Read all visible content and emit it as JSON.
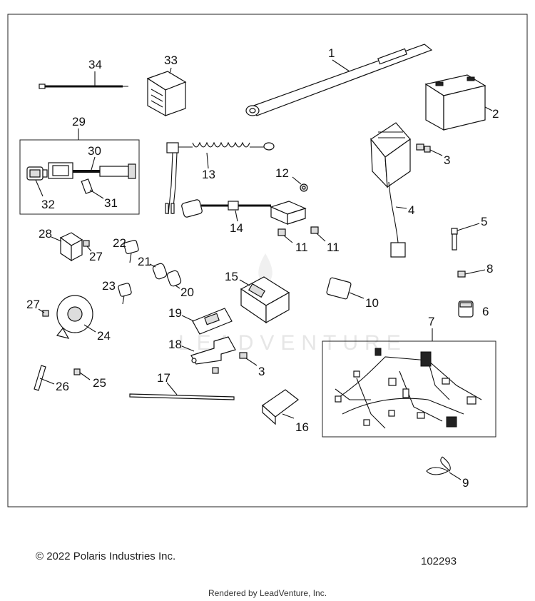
{
  "callouts": {
    "c1": "1",
    "c2": "2",
    "c3a": "3",
    "c3b": "3",
    "c4": "4",
    "c5": "5",
    "c6": "6",
    "c7": "7",
    "c8": "8",
    "c9": "9",
    "c10": "10",
    "c11a": "11",
    "c11b": "11",
    "c12": "12",
    "c13": "13",
    "c14": "14",
    "c15": "15",
    "c16": "16",
    "c17": "17",
    "c18": "18",
    "c19": "19",
    "c20": "20",
    "c21": "21",
    "c22": "22",
    "c23": "23",
    "c24": "24",
    "c25": "25",
    "c26": "26",
    "c27a": "27",
    "c27b": "27",
    "c28": "28",
    "c29": "29",
    "c30": "30",
    "c31": "31",
    "c32": "32",
    "c33": "33",
    "c34": "34"
  },
  "watermark": "LEADVENTURE",
  "footer": {
    "copyright": "© 2022 Polaris Industries Inc.",
    "document_number": "102293",
    "rendered_by": "Rendered by LeadVenture, Inc."
  }
}
